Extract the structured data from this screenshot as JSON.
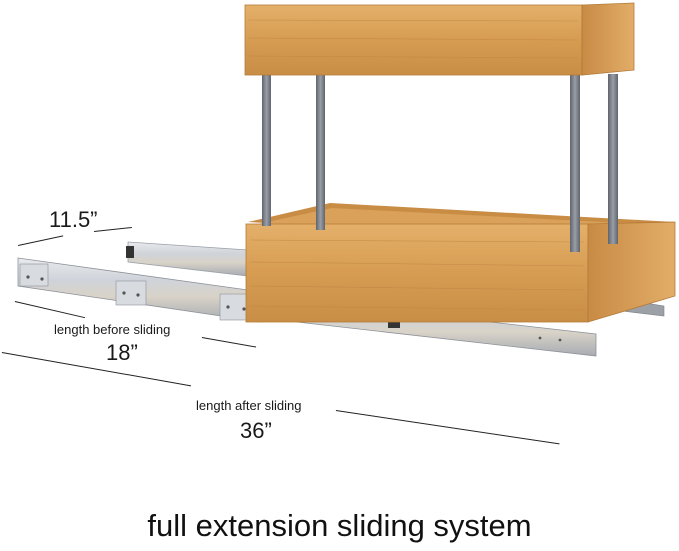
{
  "product_image": {
    "subject": "two-tier bamboo pull-out organizer on full-extension drawer slides",
    "colors": {
      "bamboo": "#d9a25a",
      "bamboo_dark": "#b97d3a",
      "bamboo_light": "#e8b873",
      "post": "#7d8088",
      "rail": "#c9ccd2",
      "rail_dark": "#8d9299"
    }
  },
  "annotations": {
    "slide_width": "11.5”",
    "before_label": "length before sliding",
    "before_value": "18”",
    "after_label": "length after sliding",
    "after_value": "36”"
  },
  "caption": "full extension sliding system"
}
